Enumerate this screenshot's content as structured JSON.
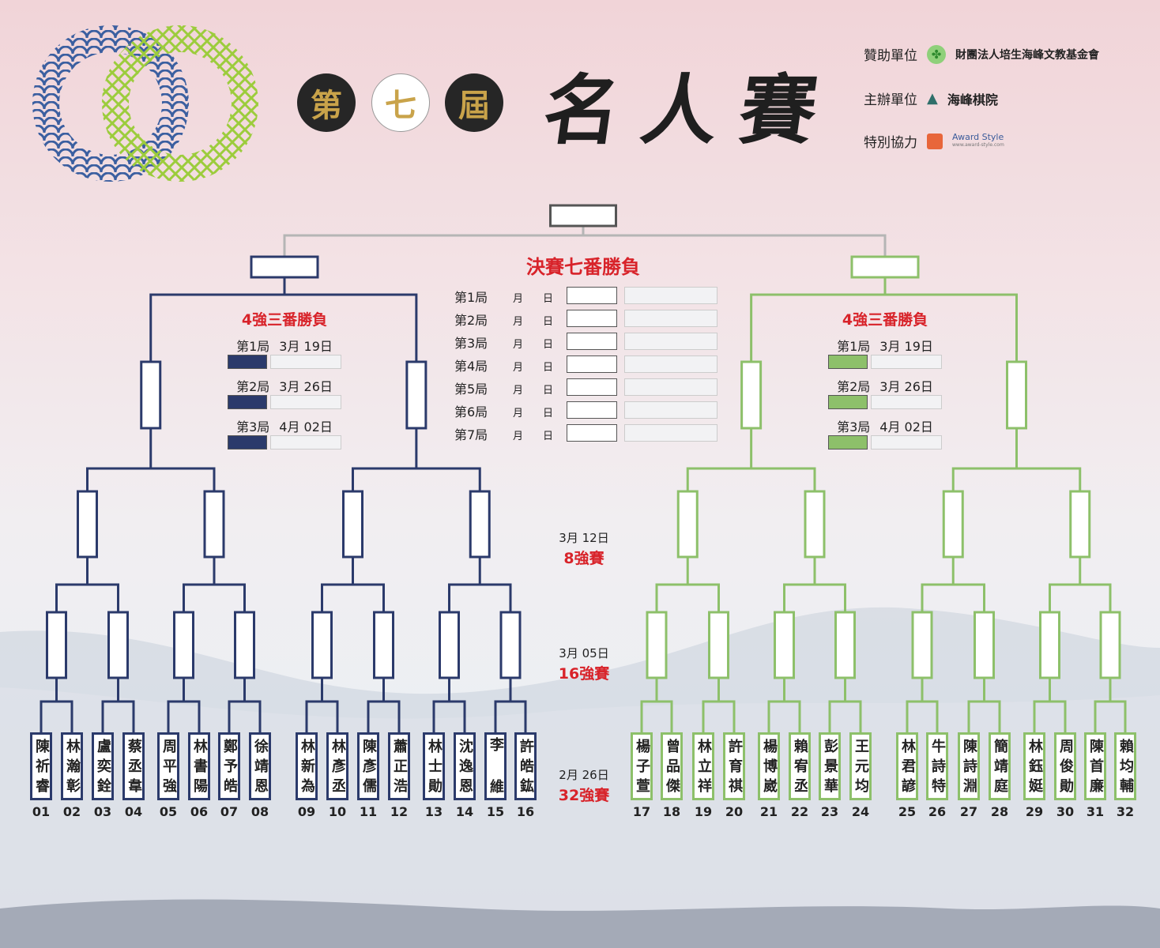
{
  "header": {
    "edition_chars": [
      "第",
      "七",
      "屆"
    ],
    "title": "名人賽",
    "sponsors": [
      {
        "role": "贊助單位",
        "org": "財團法人培生海峰文教基金會",
        "logo": "clover-icon"
      },
      {
        "role": "主辦單位",
        "org": "海峰棋院",
        "logo": "mountain-icon"
      },
      {
        "role": "特別協力",
        "org": "Award Style",
        "org_sub": "www.award-style.com",
        "logo": "cube-icon"
      }
    ]
  },
  "final": {
    "title": "決賽七番勝負",
    "games": [
      "第1局",
      "第2局",
      "第3局",
      "第4局",
      "第5局",
      "第6局",
      "第7局"
    ],
    "month": "月",
    "day": "日"
  },
  "semifinal": {
    "title": "4強三番勝負",
    "games": [
      {
        "label": "第1局",
        "date": "3月 19日"
      },
      {
        "label": "第2局",
        "date": "3月 26日"
      },
      {
        "label": "第3局",
        "date": "4月 02日"
      }
    ]
  },
  "rounds": [
    {
      "date": "3月 12日",
      "name": "8強賽"
    },
    {
      "date": "3月 05日",
      "name": "16強賽"
    },
    {
      "date": "2月 26日",
      "name": "32強賽"
    }
  ],
  "players": [
    "陳祈睿",
    "林瀚彰",
    "盧奕銓",
    "蔡丞韋",
    "周平強",
    "林書陽",
    "鄭予皓",
    "徐靖恩",
    "林新為",
    "林彥丞",
    "陳彥儒",
    "蕭正浩",
    "林士勛",
    "沈逸恩",
    "李 維",
    "許皓鈜",
    "楊子萱",
    "曾品傑",
    "林立祥",
    "許育祺",
    "楊博崴",
    "賴宥丞",
    "彭景華",
    "王元均",
    "林君諺",
    "牛詩特",
    "陳詩淵",
    "簡靖庭",
    "林鈺娗",
    "周俊勛",
    "陳首廉",
    "賴均輔"
  ],
  "seeds": [
    "01",
    "02",
    "03",
    "04",
    "05",
    "06",
    "07",
    "08",
    "09",
    "10",
    "11",
    "12",
    "13",
    "14",
    "15",
    "16",
    "17",
    "18",
    "19",
    "20",
    "21",
    "22",
    "23",
    "24",
    "25",
    "26",
    "27",
    "28",
    "29",
    "30",
    "31",
    "32"
  ],
  "colors": {
    "left": "#2b3a6b",
    "right": "#8dc06a",
    "final_line": "#b5b5b5",
    "accent": "#d8232a"
  }
}
